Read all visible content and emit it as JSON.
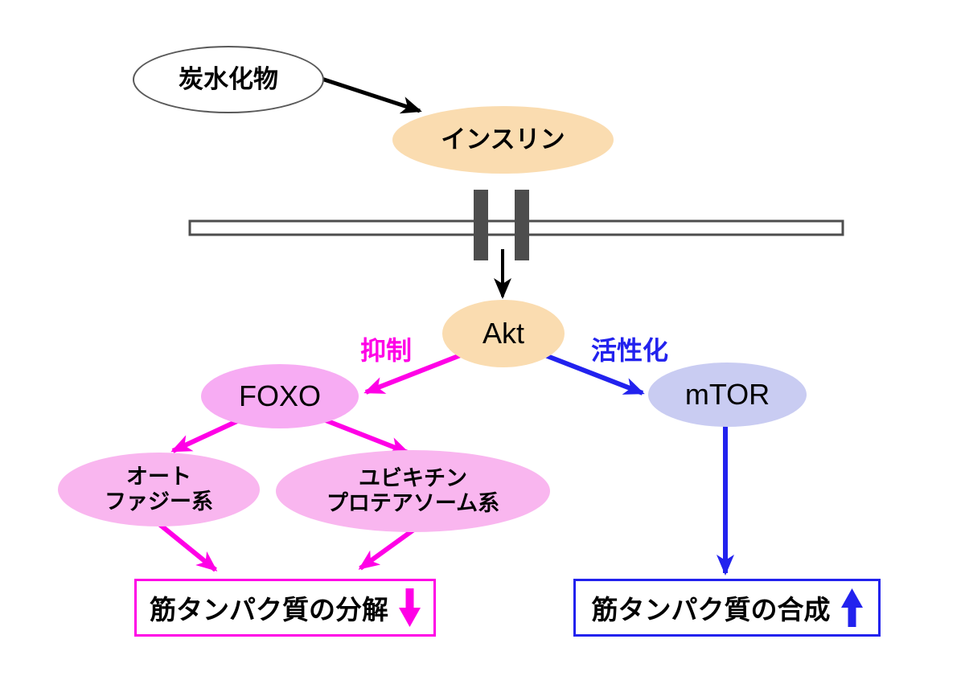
{
  "diagram": {
    "title": "insulin-signaling-muscle-protein-pathway",
    "nodes": {
      "carbohydrate": {
        "label": "炭水化物"
      },
      "insulin": {
        "label": "インスリン"
      },
      "akt": {
        "label": "Akt"
      },
      "foxo": {
        "label": "FOXO"
      },
      "mtor": {
        "label": "mTOR"
      },
      "autophagy": {
        "label_line1": "オート",
        "label_line2": "ファジー系"
      },
      "ubiquitin_proteasome": {
        "label_line1": "ユビキチン",
        "label_line2": "プロテアソーム系"
      },
      "protein_degradation": {
        "label": "筋タンパク質の分解",
        "trend_icon": "down-arrow"
      },
      "protein_synthesis": {
        "label": "筋タンパク質の合成",
        "trend_icon": "up-arrow"
      }
    },
    "edge_labels": {
      "inhibition": "抑制",
      "activation": "活性化"
    },
    "edges": [
      {
        "from": "carbohydrate",
        "to": "insulin",
        "color_name": "black"
      },
      {
        "from": "receptor",
        "to": "akt",
        "color_name": "black"
      },
      {
        "from": "akt",
        "to": "foxo",
        "color_name": "magenta",
        "label": "抑制"
      },
      {
        "from": "akt",
        "to": "mtor",
        "color_name": "blue",
        "label": "活性化"
      },
      {
        "from": "foxo",
        "to": "autophagy",
        "color_name": "magenta"
      },
      {
        "from": "foxo",
        "to": "ubiquitin_proteasome",
        "color_name": "magenta"
      },
      {
        "from": "autophagy",
        "to": "protein_degradation",
        "color_name": "magenta"
      },
      {
        "from": "ubiquitin_proteasome",
        "to": "protein_degradation",
        "color_name": "magenta"
      },
      {
        "from": "mtor",
        "to": "protein_synthesis",
        "color_name": "blue"
      }
    ],
    "colors": {
      "black": "#000000",
      "magenta": "#FF00E6",
      "blue": "#2222EE",
      "peach": "#FADCB0",
      "pink_foxo": "#F7ACF3",
      "pink": "#F9B6EF",
      "lavender": "#C9CCF2",
      "membrane_gray": "#4D4D4D",
      "carb_outline": "#595959",
      "background": "#FFFFFF"
    }
  }
}
